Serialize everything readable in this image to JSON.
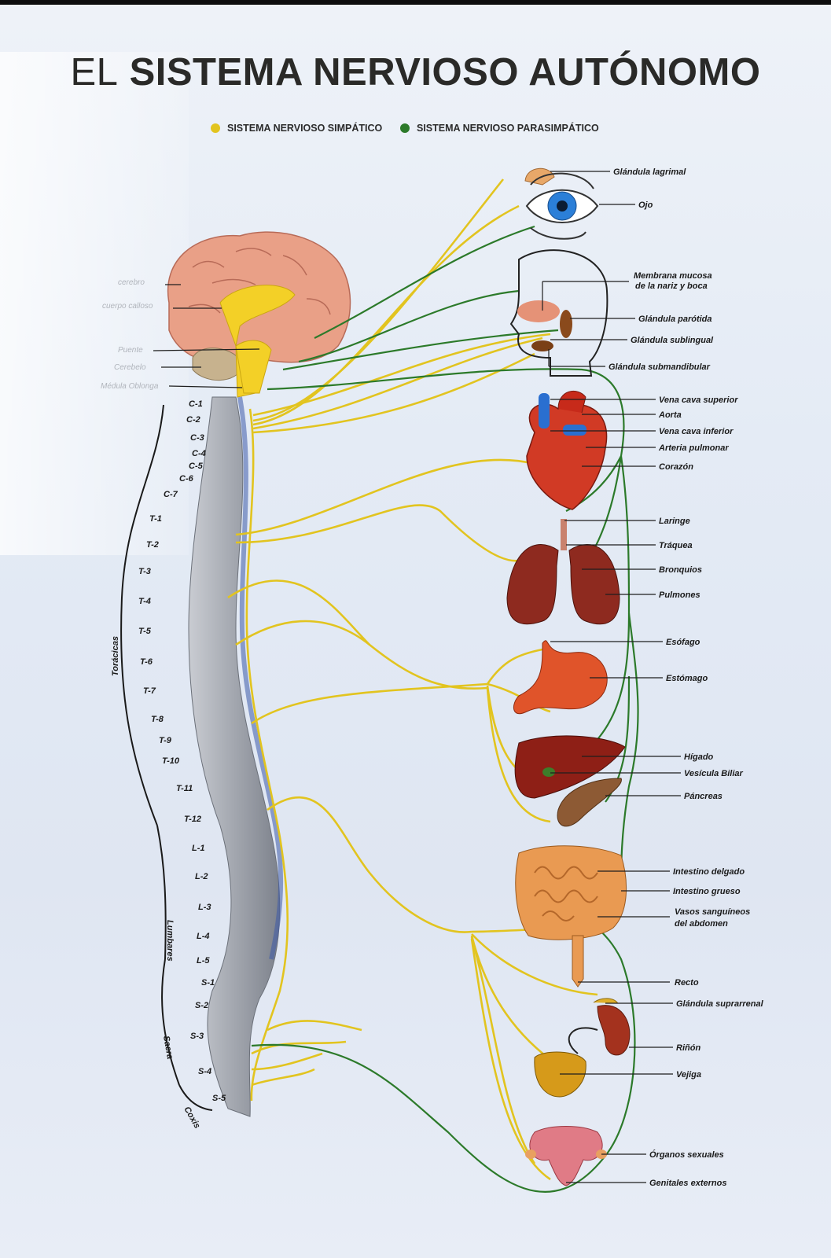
{
  "title": {
    "lead": "EL",
    "main": "SISTEMA NERVIOSO AUTÓNOMO"
  },
  "legend": [
    {
      "label": "SISTEMA NERVIOSO SIMPÁTICO",
      "color": "#e2c41f"
    },
    {
      "label": "SISTEMA NERVIOSO PARASIMPÁTICO",
      "color": "#2c7a2a"
    }
  ],
  "organ_labels": [
    "Glándula lagrimal",
    "Ojo",
    "Membrana mucosa",
    "de la nariz y boca",
    "Glándula parótida",
    "Glándula sublingual",
    "Glándula submandibular",
    "Vena cava superior",
    "Aorta",
    "Vena cava inferior",
    "Arteria pulmonar",
    "Corazón",
    "Laringe",
    "Tráquea",
    "Bronquios",
    "Pulmones",
    "Esófago",
    "Estómago",
    "Hígado",
    "Vesícula Biliar",
    "Páncreas",
    "Intestino delgado",
    "Intestino grueso",
    "Vasos sanguíneos",
    "del abdomen",
    "Recto",
    "Glándula suprarrenal",
    "Riñón",
    "Vejiga",
    "Órganos sexuales",
    "Genitales externos"
  ],
  "vertebrae": [
    "C-1",
    "C-2",
    "C-3",
    "C-4",
    "C-5",
    "C-6",
    "C-7",
    "T-1",
    "T-2",
    "T-3",
    "T-4",
    "T-5",
    "T-6",
    "T-7",
    "T-8",
    "T-9",
    "T-10",
    "T-11",
    "T-12",
    "L-1",
    "L-2",
    "L-3",
    "L-4",
    "L-5",
    "S-1",
    "S-2",
    "S-3",
    "S-4",
    "S-5"
  ],
  "regions": [
    "Torácicas",
    "Lumbares",
    "Sacra",
    "Coxis"
  ],
  "brain_labels": [
    "cerebro",
    "cuerpo calloso",
    "Puente",
    "Cerebelo",
    "Médula Oblonga"
  ],
  "colors": {
    "sympathetic": "#e2c41f",
    "parasympathetic": "#2c7a2a",
    "background": "#e4ebf5"
  }
}
